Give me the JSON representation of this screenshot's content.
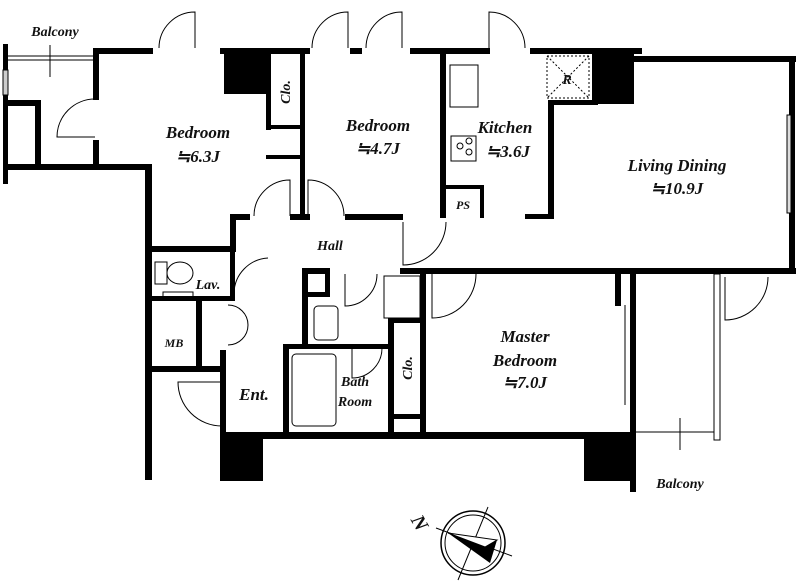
{
  "plan": {
    "rooms": {
      "balcony_top": "Balcony",
      "bedroom1": {
        "name": "Bedroom",
        "size": "≒6.3J"
      },
      "bedroom2": {
        "name": "Bedroom",
        "size": "≒4.7J"
      },
      "kitchen": {
        "name": "Kitchen",
        "size": "≒3.6J"
      },
      "living": {
        "name": "Living Dining",
        "size": "≒10.9J"
      },
      "hall": "Hall",
      "lav": "Lav.",
      "mb": "MB",
      "ent": "Ent.",
      "bath": {
        "line1": "Bath",
        "line2": "Room"
      },
      "closet1": "Clo.",
      "closet2": "Clo.",
      "master": {
        "line1": "Master",
        "line2": "Bedroom",
        "size": "≒7.0J"
      },
      "ps": "PS",
      "refrigerator": "R",
      "balcony_bottom": "Balcony"
    },
    "compass": {
      "label": "N"
    },
    "colors": {
      "wall": "#000000",
      "background": "#ffffff"
    }
  }
}
